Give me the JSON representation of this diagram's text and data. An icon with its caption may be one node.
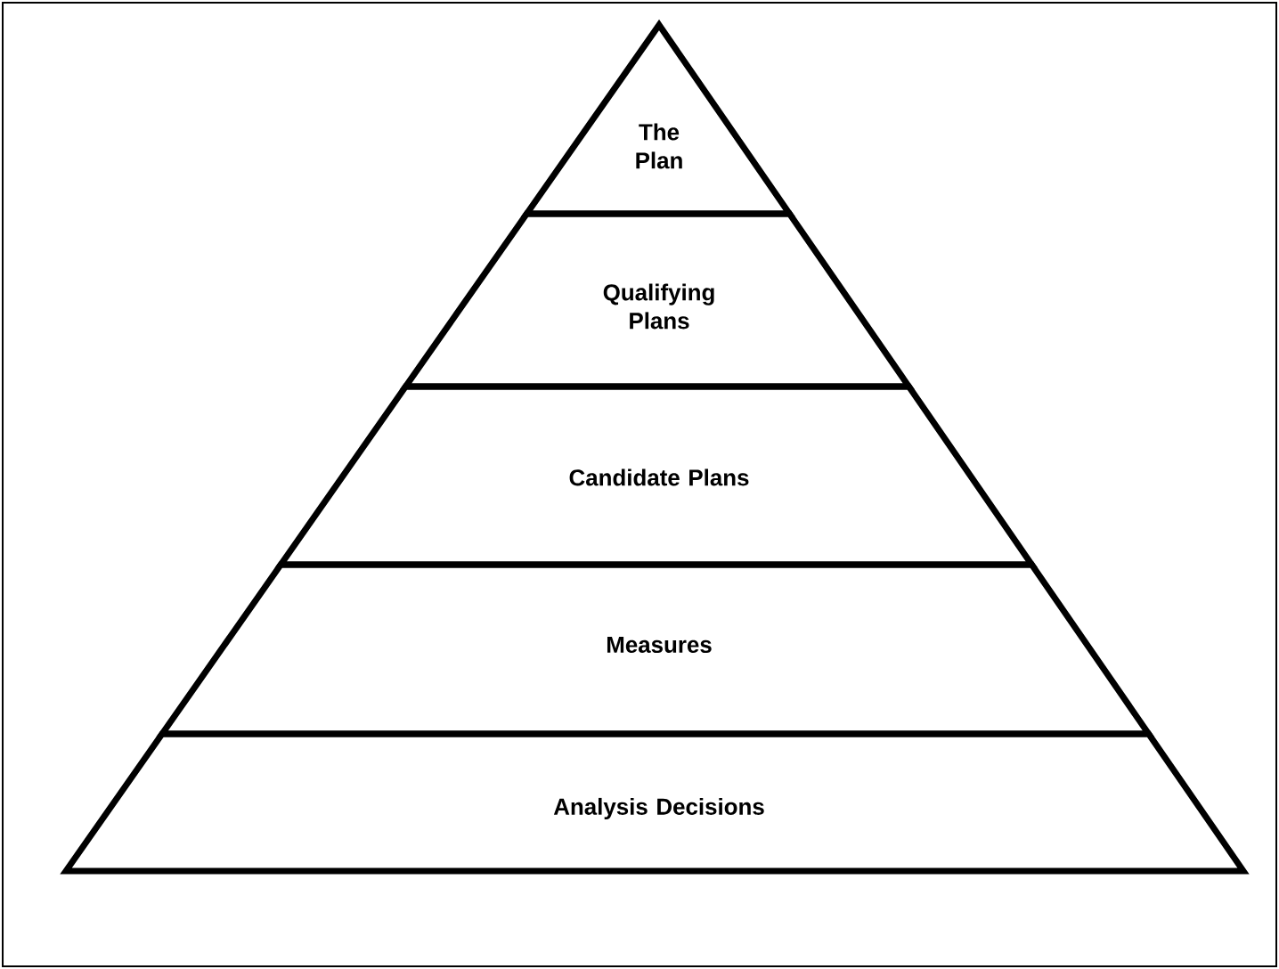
{
  "diagram": {
    "nodes": [
      {
        "text": [
          "The Plan"
        ]
      },
      {
        "text": [
          "Qualifying Plans"
        ]
      },
      {
        "text": [
          "Candidate Plans"
        ]
      },
      {
        "text": [
          "Measures"
        ]
      },
      {
        "text": [
          "Analysis Decisions"
        ]
      }
    ]
  }
}
